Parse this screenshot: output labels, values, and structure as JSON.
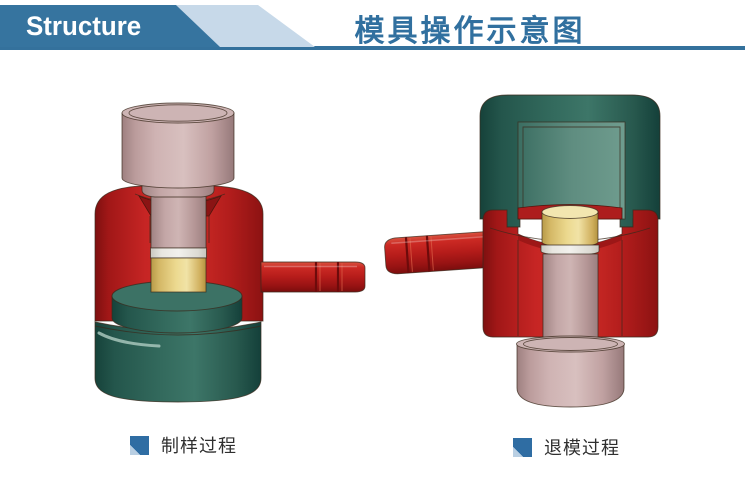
{
  "header": {
    "tag_label": "Structure",
    "title": "模具操作示意图",
    "colors": {
      "banner_blue": "#36749f",
      "banner_light_blue": "#c7d9e9",
      "title_text": "#31709f",
      "rule_line": "#34719c"
    }
  },
  "figures": {
    "left_figure": "mold-cross-section-pressing",
    "right_figure": "mold-cross-section-ejecting",
    "palette": {
      "die_red": "#c62524",
      "base_teal": "#2d6257",
      "punch_pink": "#c9abab",
      "sample_yellow": "#e8d38a",
      "spacer_white": "#edece8"
    }
  },
  "legend": {
    "items": [
      {
        "label": "制样过程"
      },
      {
        "label": "退模过程"
      }
    ],
    "bullet_color": "#2f6da3",
    "bullet_corner_color": "#b9cfe3"
  }
}
